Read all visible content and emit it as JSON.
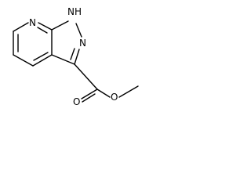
{
  "molecule": {
    "atoms": {
      "ring_n": "N",
      "nh": "NH",
      "pyrazole_n": "N",
      "carbonyl_o": "O",
      "ester_o": "O"
    }
  }
}
